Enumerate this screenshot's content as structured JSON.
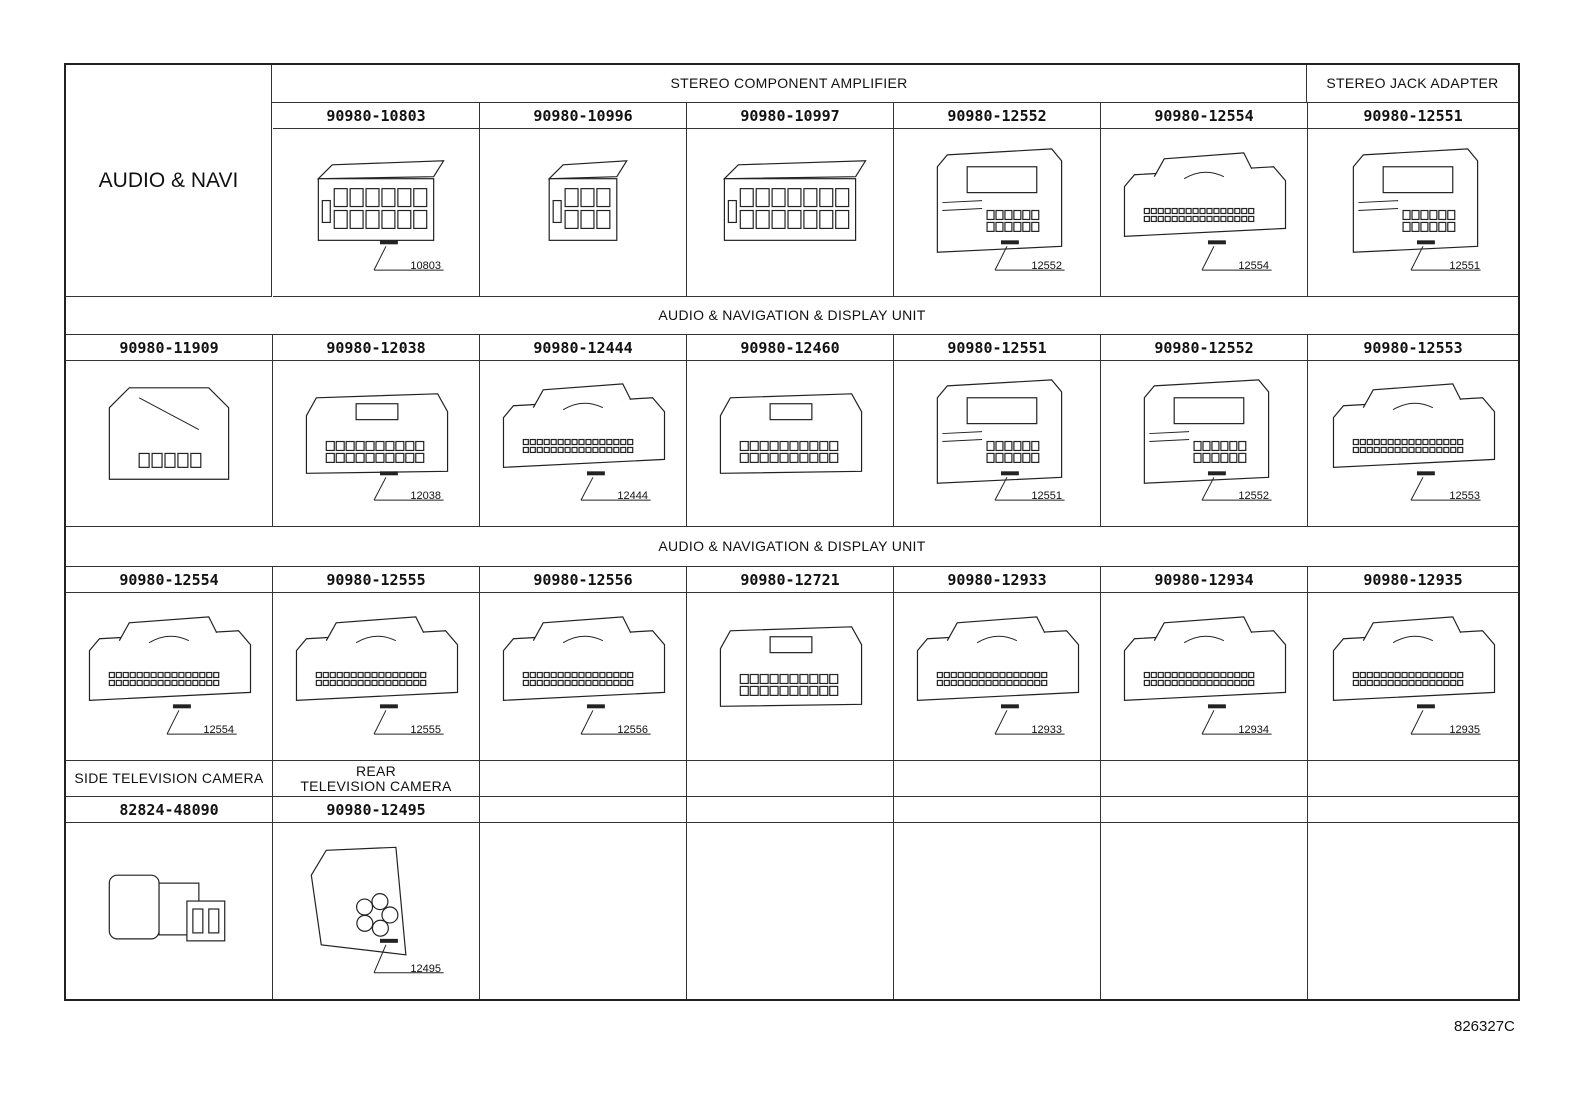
{
  "section_title": "AUDIO & NAVI",
  "row1": {
    "group_amp": "STEREO COMPONENT AMPLIFIER",
    "group_jack": "STEREO JACK ADAPTER",
    "parts": [
      {
        "pn": "90980-10803",
        "tag": "10803",
        "icon": "connector-12pin"
      },
      {
        "pn": "90980-10996",
        "tag": "",
        "icon": "connector-8pin"
      },
      {
        "pn": "90980-10997",
        "tag": "",
        "icon": "connector-16pin"
      },
      {
        "pn": "90980-12552",
        "tag": "12552",
        "icon": "connector-latch"
      },
      {
        "pn": "90980-12554",
        "tag": "12554",
        "icon": "connector-wide"
      },
      {
        "pn": "90980-12551",
        "tag": "12551",
        "icon": "connector-latch"
      }
    ]
  },
  "row2": {
    "group": "AUDIO & NAVIGATION & DISPLAY UNIT",
    "parts": [
      {
        "pn": "90980-11909",
        "tag": "",
        "icon": "connector-5pin"
      },
      {
        "pn": "90980-12038",
        "tag": "12038",
        "icon": "connector-20pin"
      },
      {
        "pn": "90980-12444",
        "tag": "12444",
        "icon": "connector-wide"
      },
      {
        "pn": "90980-12460",
        "tag": "",
        "icon": "connector-24pin"
      },
      {
        "pn": "90980-12551",
        "tag": "12551",
        "icon": "connector-latch"
      },
      {
        "pn": "90980-12552",
        "tag": "12552",
        "icon": "connector-latch"
      },
      {
        "pn": "90980-12553",
        "tag": "12553",
        "icon": "connector-wide"
      }
    ]
  },
  "row3": {
    "group": "AUDIO & NAVIGATION & DISPLAY UNIT",
    "parts": [
      {
        "pn": "90980-12554",
        "tag": "12554",
        "icon": "connector-wide"
      },
      {
        "pn": "90980-12555",
        "tag": "12555",
        "icon": "connector-wide"
      },
      {
        "pn": "90980-12556",
        "tag": "12556",
        "icon": "connector-wide"
      },
      {
        "pn": "90980-12721",
        "tag": "",
        "icon": "connector-20pin"
      },
      {
        "pn": "90980-12933",
        "tag": "12933",
        "icon": "connector-wide"
      },
      {
        "pn": "90980-12934",
        "tag": "12934",
        "icon": "connector-wide"
      },
      {
        "pn": "90980-12935",
        "tag": "12935",
        "icon": "connector-wide"
      }
    ]
  },
  "row4": {
    "parts": [
      {
        "label": "SIDE TELEVISION CAMERA",
        "pn": "82824-48090",
        "tag": "",
        "icon": "connector-camera"
      },
      {
        "label": "REAR\nTELEVISION CAMERA",
        "pn": "90980-12495",
        "tag": "12495",
        "icon": "connector-round"
      }
    ]
  },
  "figure_id": "826327C"
}
